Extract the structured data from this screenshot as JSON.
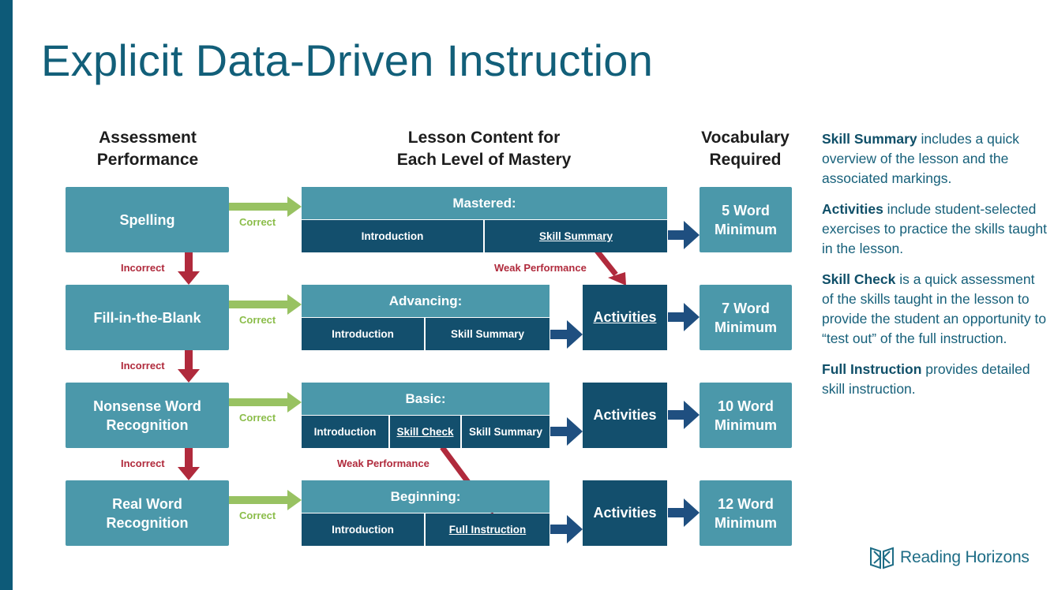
{
  "title": "Explicit Data-Driven Instruction",
  "columns": {
    "assessment": [
      "Assessment",
      "Performance"
    ],
    "lesson": [
      "Lesson Content for",
      "Each Level of Mastery"
    ],
    "vocabulary": [
      "Vocabulary",
      "Required"
    ]
  },
  "assessments": [
    [
      "Spelling"
    ],
    [
      "Fill-in-the-Blank"
    ],
    [
      "Nonsense Word",
      "Recognition"
    ],
    [
      "Real Word",
      "Recognition"
    ]
  ],
  "correct_label": "Correct",
  "incorrect_label": "Incorrect",
  "weak_performance_label": "Weak Performance",
  "levels": [
    {
      "name": "Mastered:",
      "segments": [
        "Introduction",
        "Skill Summary"
      ]
    },
    {
      "name": "Advancing:",
      "segments": [
        "Introduction",
        "Skill Summary"
      ]
    },
    {
      "name": "Basic:",
      "segments": [
        "Introduction",
        "Skill Check",
        "Skill Summary"
      ]
    },
    {
      "name": "Beginning:",
      "segments": [
        "Introduction",
        "Full Instruction"
      ]
    }
  ],
  "activities_label": "Activities",
  "vocab": [
    [
      "5 Word",
      "Minimum"
    ],
    [
      "7 Word",
      "Minimum"
    ],
    [
      "10 Word",
      "Minimum"
    ],
    [
      "12 Word",
      "Minimum"
    ]
  ],
  "sidebar": [
    {
      "term": "Skill Summary",
      "text": " includes a quick overview of the lesson and the associated markings."
    },
    {
      "term": "Activities",
      "text": " include student-selected exercises to practice the skills taught in the lesson."
    },
    {
      "term": "Skill Check",
      "text": " is a quick assessment of the skills taught in the lesson to provide the student an opportunity to “test out” of the full instruction."
    },
    {
      "term": "Full Instruction",
      "text": " provides detailed skill instruction."
    }
  ],
  "logo_text": "Reading Horizons",
  "colors": {
    "accent_bar": "#0d5a78",
    "title": "#125f79",
    "box_light": "#4b98aa",
    "box_dark": "#134f6d",
    "correct_arrow": "#98c262",
    "incorrect_arrow": "#b02a3c",
    "flow_arrow": "#1f4f80"
  }
}
